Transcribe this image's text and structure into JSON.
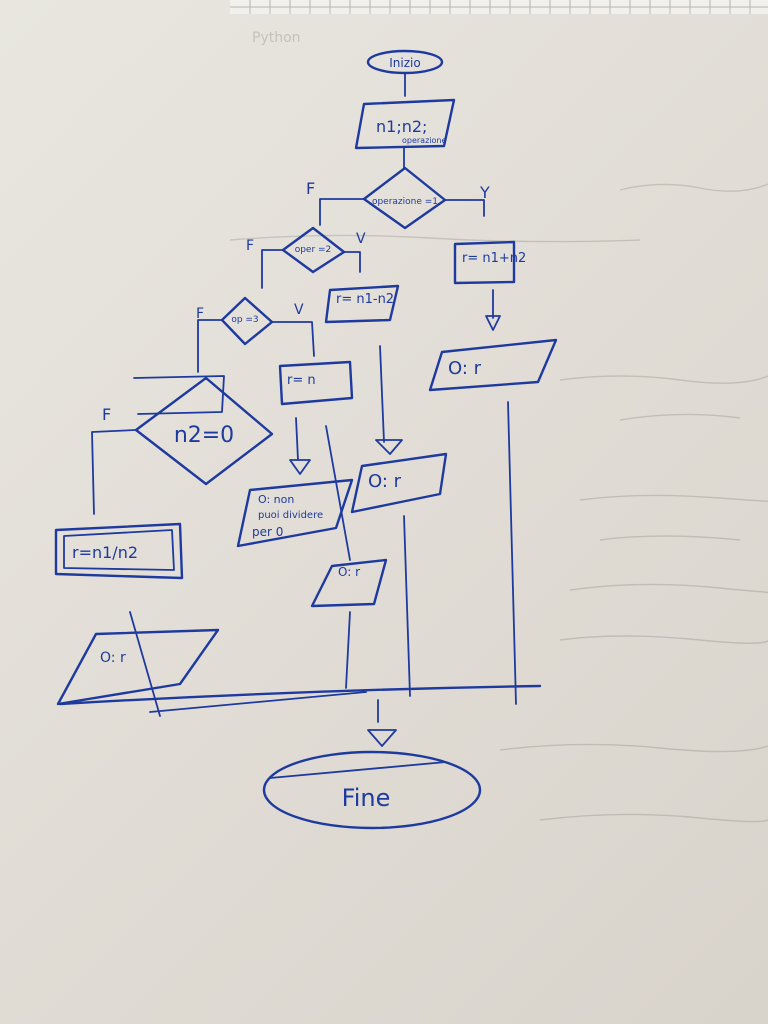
{
  "flowchart": {
    "start": "Inizio",
    "input": {
      "line1": "n1;n2;",
      "line2": "operazione"
    },
    "decision_main": "operazione =1",
    "decision_2": "oper =2",
    "decision_3": "op =3",
    "decision_zero": "n2=0",
    "assign_sum": "r= n1+n2",
    "assign_diff": "r= n1-n2",
    "assign_mul": "r= n",
    "assign_div": "r=n1/n2",
    "out_sum": "O: r",
    "out_diff": "O: r",
    "out_mul": "O: r",
    "out_div": "O: r",
    "out_error": {
      "line1": "O: non",
      "line2": "puoi dividere",
      "line3": "per 0"
    },
    "end": "Fine",
    "label_true": "V",
    "label_false": "F",
    "label_yes": "Y"
  },
  "background_note": "Python",
  "ink_color": "#1e3a9e"
}
